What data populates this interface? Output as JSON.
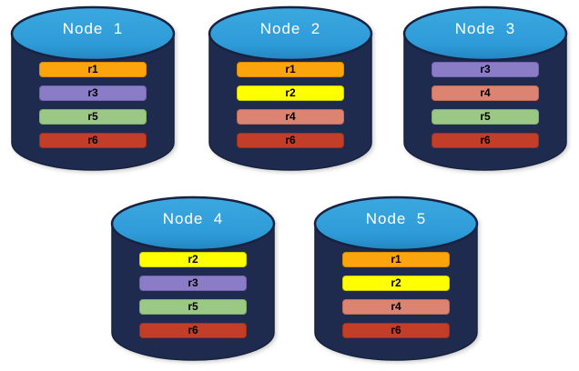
{
  "diagram_type": "replica-distribution-across-database-nodes",
  "background": "#FFFFFF",
  "colors": {
    "cylinder_body": "#1E2B4E",
    "cylinder_outline": "#16223F",
    "cylinder_top_light": "#37A3DC",
    "cylinder_top_dark": "#2387C2",
    "title_text": "#FFFFFF",
    "bar_text": "#000000"
  },
  "replica_colors": {
    "r1": "#FCA40C",
    "r2": "#FFFF00",
    "r3": "#8B7CC8",
    "r4": "#DD8372",
    "r5": "#9BC884",
    "r6": "#C33E28"
  },
  "nodes": [
    {
      "label": "Node  1",
      "replicas": [
        {
          "id": "r1",
          "color": "#FCA40C",
          "border": "#D88A06"
        },
        {
          "id": "r3",
          "color": "#8B7CC8",
          "border": "#7462B2"
        },
        {
          "id": "r5",
          "color": "#9BC884",
          "border": "#7FAE67"
        },
        {
          "id": "r6",
          "color": "#C33E28",
          "border": "#9E2F1C"
        }
      ]
    },
    {
      "label": "Node  2",
      "replicas": [
        {
          "id": "r1",
          "color": "#FCA40C",
          "border": "#D88A06"
        },
        {
          "id": "r2",
          "color": "#FFFF00",
          "border": "#CFCF00"
        },
        {
          "id": "r4",
          "color": "#DD8372",
          "border": "#C06A58"
        },
        {
          "id": "r6",
          "color": "#C33E28",
          "border": "#9E2F1C"
        }
      ]
    },
    {
      "label": "Node  3",
      "replicas": [
        {
          "id": "r3",
          "color": "#8B7CC8",
          "border": "#7462B2"
        },
        {
          "id": "r4",
          "color": "#DD8372",
          "border": "#C06A58"
        },
        {
          "id": "r5",
          "color": "#9BC884",
          "border": "#7FAE67"
        },
        {
          "id": "r6",
          "color": "#C33E28",
          "border": "#9E2F1C"
        }
      ]
    },
    {
      "label": "Node  4",
      "replicas": [
        {
          "id": "r2",
          "color": "#FFFF00",
          "border": "#CFCF00"
        },
        {
          "id": "r3",
          "color": "#8B7CC8",
          "border": "#7462B2"
        },
        {
          "id": "r5",
          "color": "#9BC884",
          "border": "#7FAE67"
        },
        {
          "id": "r6",
          "color": "#C33E28",
          "border": "#9E2F1C"
        }
      ]
    },
    {
      "label": "Node  5",
      "replicas": [
        {
          "id": "r1",
          "color": "#FCA40C",
          "border": "#D88A06"
        },
        {
          "id": "r2",
          "color": "#FFFF00",
          "border": "#CFCF00"
        },
        {
          "id": "r4",
          "color": "#DD8372",
          "border": "#C06A58"
        },
        {
          "id": "r6",
          "color": "#C33E28",
          "border": "#9E2F1C"
        }
      ]
    }
  ]
}
